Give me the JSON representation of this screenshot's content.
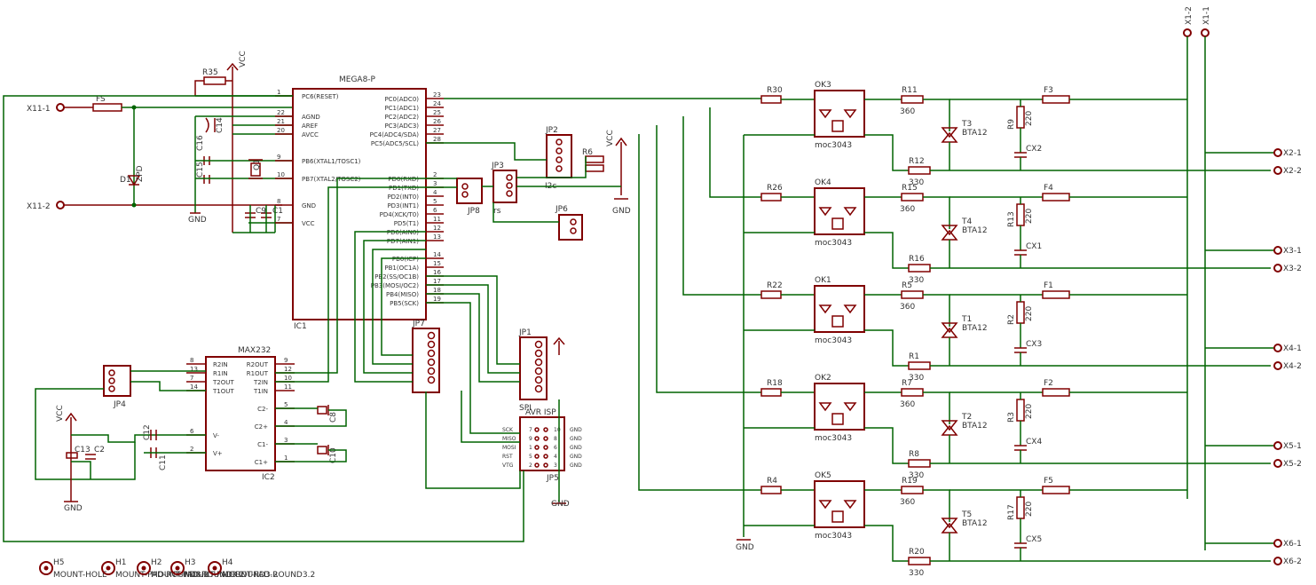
{
  "ic1": {
    "name": "MEGA8-P",
    "ref": "IC1",
    "left_pins": [
      {
        "num": "1",
        "name": "PC6(RESET)"
      },
      {
        "num": "22",
        "name": "AGND"
      },
      {
        "num": "21",
        "name": "AREF"
      },
      {
        "num": "20",
        "name": "AVCC"
      },
      {
        "num": "9",
        "name": "PB6(XTAL1/TOSC1)"
      },
      {
        "num": "10",
        "name": "PB7(XTAL2/TOSC2)"
      },
      {
        "num": "8",
        "name": "GND"
      },
      {
        "num": "7",
        "name": "VCC"
      }
    ],
    "right_pins": [
      {
        "num": "23",
        "name": "PC0(ADC0)"
      },
      {
        "num": "24",
        "name": "PC1(ADC1)"
      },
      {
        "num": "25",
        "name": "PC2(ADC2)"
      },
      {
        "num": "26",
        "name": "PC3(ADC3)"
      },
      {
        "num": "27",
        "name": "PC4(ADC4/SDA)"
      },
      {
        "num": "28",
        "name": "PC5(ADC5/SCL)"
      },
      {
        "num": "2",
        "name": "PD0(RXD)"
      },
      {
        "num": "3",
        "name": "PD1(TXD)"
      },
      {
        "num": "4",
        "name": "PD2(INT0)"
      },
      {
        "num": "5",
        "name": "PD3(INT1)"
      },
      {
        "num": "6",
        "name": "PD4(XCK/T0)"
      },
      {
        "num": "11",
        "name": "PD5(T1)"
      },
      {
        "num": "12",
        "name": "PD6(AIN0)"
      },
      {
        "num": "13",
        "name": "PD7(AIN1)"
      },
      {
        "num": "14",
        "name": "PB0(ICP)"
      },
      {
        "num": "15",
        "name": "PB1(OC1A)"
      },
      {
        "num": "16",
        "name": "PB2(SS/OC1B)"
      },
      {
        "num": "17",
        "name": "PB3(MOSI/OC2)"
      },
      {
        "num": "18",
        "name": "PB4(MISO)"
      },
      {
        "num": "19",
        "name": "PB5(SCK)"
      }
    ]
  },
  "ic2": {
    "name": "MAX232",
    "ref": "IC2",
    "left_pins": [
      {
        "num": "8",
        "name": "R2IN"
      },
      {
        "num": "13",
        "name": "R1IN"
      },
      {
        "num": "7",
        "name": "T2OUT"
      },
      {
        "num": "14",
        "name": "T1OUT"
      },
      {
        "num": "6",
        "name": "V-"
      },
      {
        "num": "2",
        "name": "V+"
      }
    ],
    "right_pins": [
      {
        "num": "9",
        "name": "R2OUT"
      },
      {
        "num": "12",
        "name": "R1OUT"
      },
      {
        "num": "10",
        "name": "T2IN"
      },
      {
        "num": "11",
        "name": "T1IN"
      },
      {
        "num": "5",
        "name": "C2-"
      },
      {
        "num": "4",
        "name": "C2+"
      },
      {
        "num": "3",
        "name": "C1-"
      },
      {
        "num": "1",
        "name": "C1+"
      }
    ]
  },
  "labels": {
    "r35": "R35",
    "vcc": "VCC",
    "gnd": "GND",
    "fs": "FS",
    "x11_1": "X11-1",
    "x11_2": "X11-2",
    "d1": "D1",
    "zpd": "ZPD",
    "c16": "C16",
    "c14": "C14",
    "c15": "C15",
    "q1": "Q1",
    "c9": "C9",
    "c1": "C1",
    "jp2": "JP2",
    "i2c": "I2c",
    "r6": "R6",
    "jp3": "JP3",
    "rs": "rs",
    "jp8": "JP8",
    "jp6": "JP6",
    "jp7": "JP7",
    "jp1": "JP1",
    "spi": "SPI",
    "jp4": "JP4",
    "jp5": "JP5",
    "avr_isp": "AVR ISP",
    "c12": "C12",
    "c13": "C13",
    "c2": "C2",
    "c11": "C11",
    "c10": "C10",
    "c8": "C8",
    "x1_1": "X1-1",
    "x1_2": "X1-2"
  },
  "isp_rows": [
    {
      "sig": "SCK",
      "a": "7",
      "b": "10",
      "g": "GND"
    },
    {
      "sig": "MISO",
      "a": "9",
      "b": "8",
      "g": "GND"
    },
    {
      "sig": "MOSI",
      "a": "1",
      "b": "6",
      "g": "GND"
    },
    {
      "sig": "RST",
      "a": "5",
      "b": "4",
      "g": "GND"
    },
    {
      "sig": "VTG",
      "a": "2",
      "b": "3",
      "g": "GND"
    }
  ],
  "channels": [
    {
      "ok": "OK3",
      "rin": "R30",
      "rg": "R11",
      "rg_val": "360",
      "triac": "T3",
      "tri_part": "BTA12",
      "rs": "R9",
      "rs_val": "220",
      "cx": "CX2",
      "rb": "R12",
      "rb_val": "330",
      "fuse": "F3",
      "t1": "X2-1",
      "t2": "X2-2",
      "part": "moc3043"
    },
    {
      "ok": "OK4",
      "rin": "R26",
      "rg": "R15",
      "rg_val": "360",
      "triac": "T4",
      "tri_part": "BTA12",
      "rs": "R13",
      "rs_val": "220",
      "cx": "CX1",
      "rb": "R16",
      "rb_val": "330",
      "fuse": "F4",
      "t1": "X3-1",
      "t2": "X3-2",
      "part": "moc3043"
    },
    {
      "ok": "OK1",
      "rin": "R22",
      "rg": "R5",
      "rg_val": "360",
      "triac": "T1",
      "tri_part": "BTA12",
      "rs": "R2",
      "rs_val": "220",
      "cx": "CX3",
      "rb": "R1",
      "rb_val": "330",
      "fuse": "F1",
      "t1": "X4-1",
      "t2": "X4-2",
      "part": "moc3043"
    },
    {
      "ok": "OK2",
      "rin": "R18",
      "rg": "R7",
      "rg_val": "360",
      "triac": "T2",
      "tri_part": "BTA12",
      "rs": "R3",
      "rs_val": "220",
      "cx": "CX4",
      "rb": "R8",
      "rb_val": "330",
      "fuse": "F2",
      "t1": "X5-1",
      "t2": "X5-2",
      "part": "moc3043"
    },
    {
      "ok": "OK5",
      "rin": "R4",
      "rg": "R19",
      "rg_val": "360",
      "triac": "T5",
      "tri_part": "BTA12",
      "rs": "R17",
      "rs_val": "220",
      "cx": "CX5",
      "rb": "R20",
      "rb_val": "330",
      "fuse": "F5",
      "t1": "X6-1",
      "t2": "X6-2",
      "part": "moc3043"
    }
  ],
  "holes": [
    {
      "ref": "H5",
      "text": "MOUNT-HOLE"
    },
    {
      "ref": "H1",
      "text": "MOUNT-PAD-ROUND3.2"
    },
    {
      "ref": "H2",
      "text": "MOUNT-PAD-ROUND3.2"
    },
    {
      "ref": "H3",
      "text": "MOUNT-PAD-ROUND3.2"
    },
    {
      "ref": "H4",
      "text": "MOUNT-PAD-ROUND3.2"
    }
  ]
}
